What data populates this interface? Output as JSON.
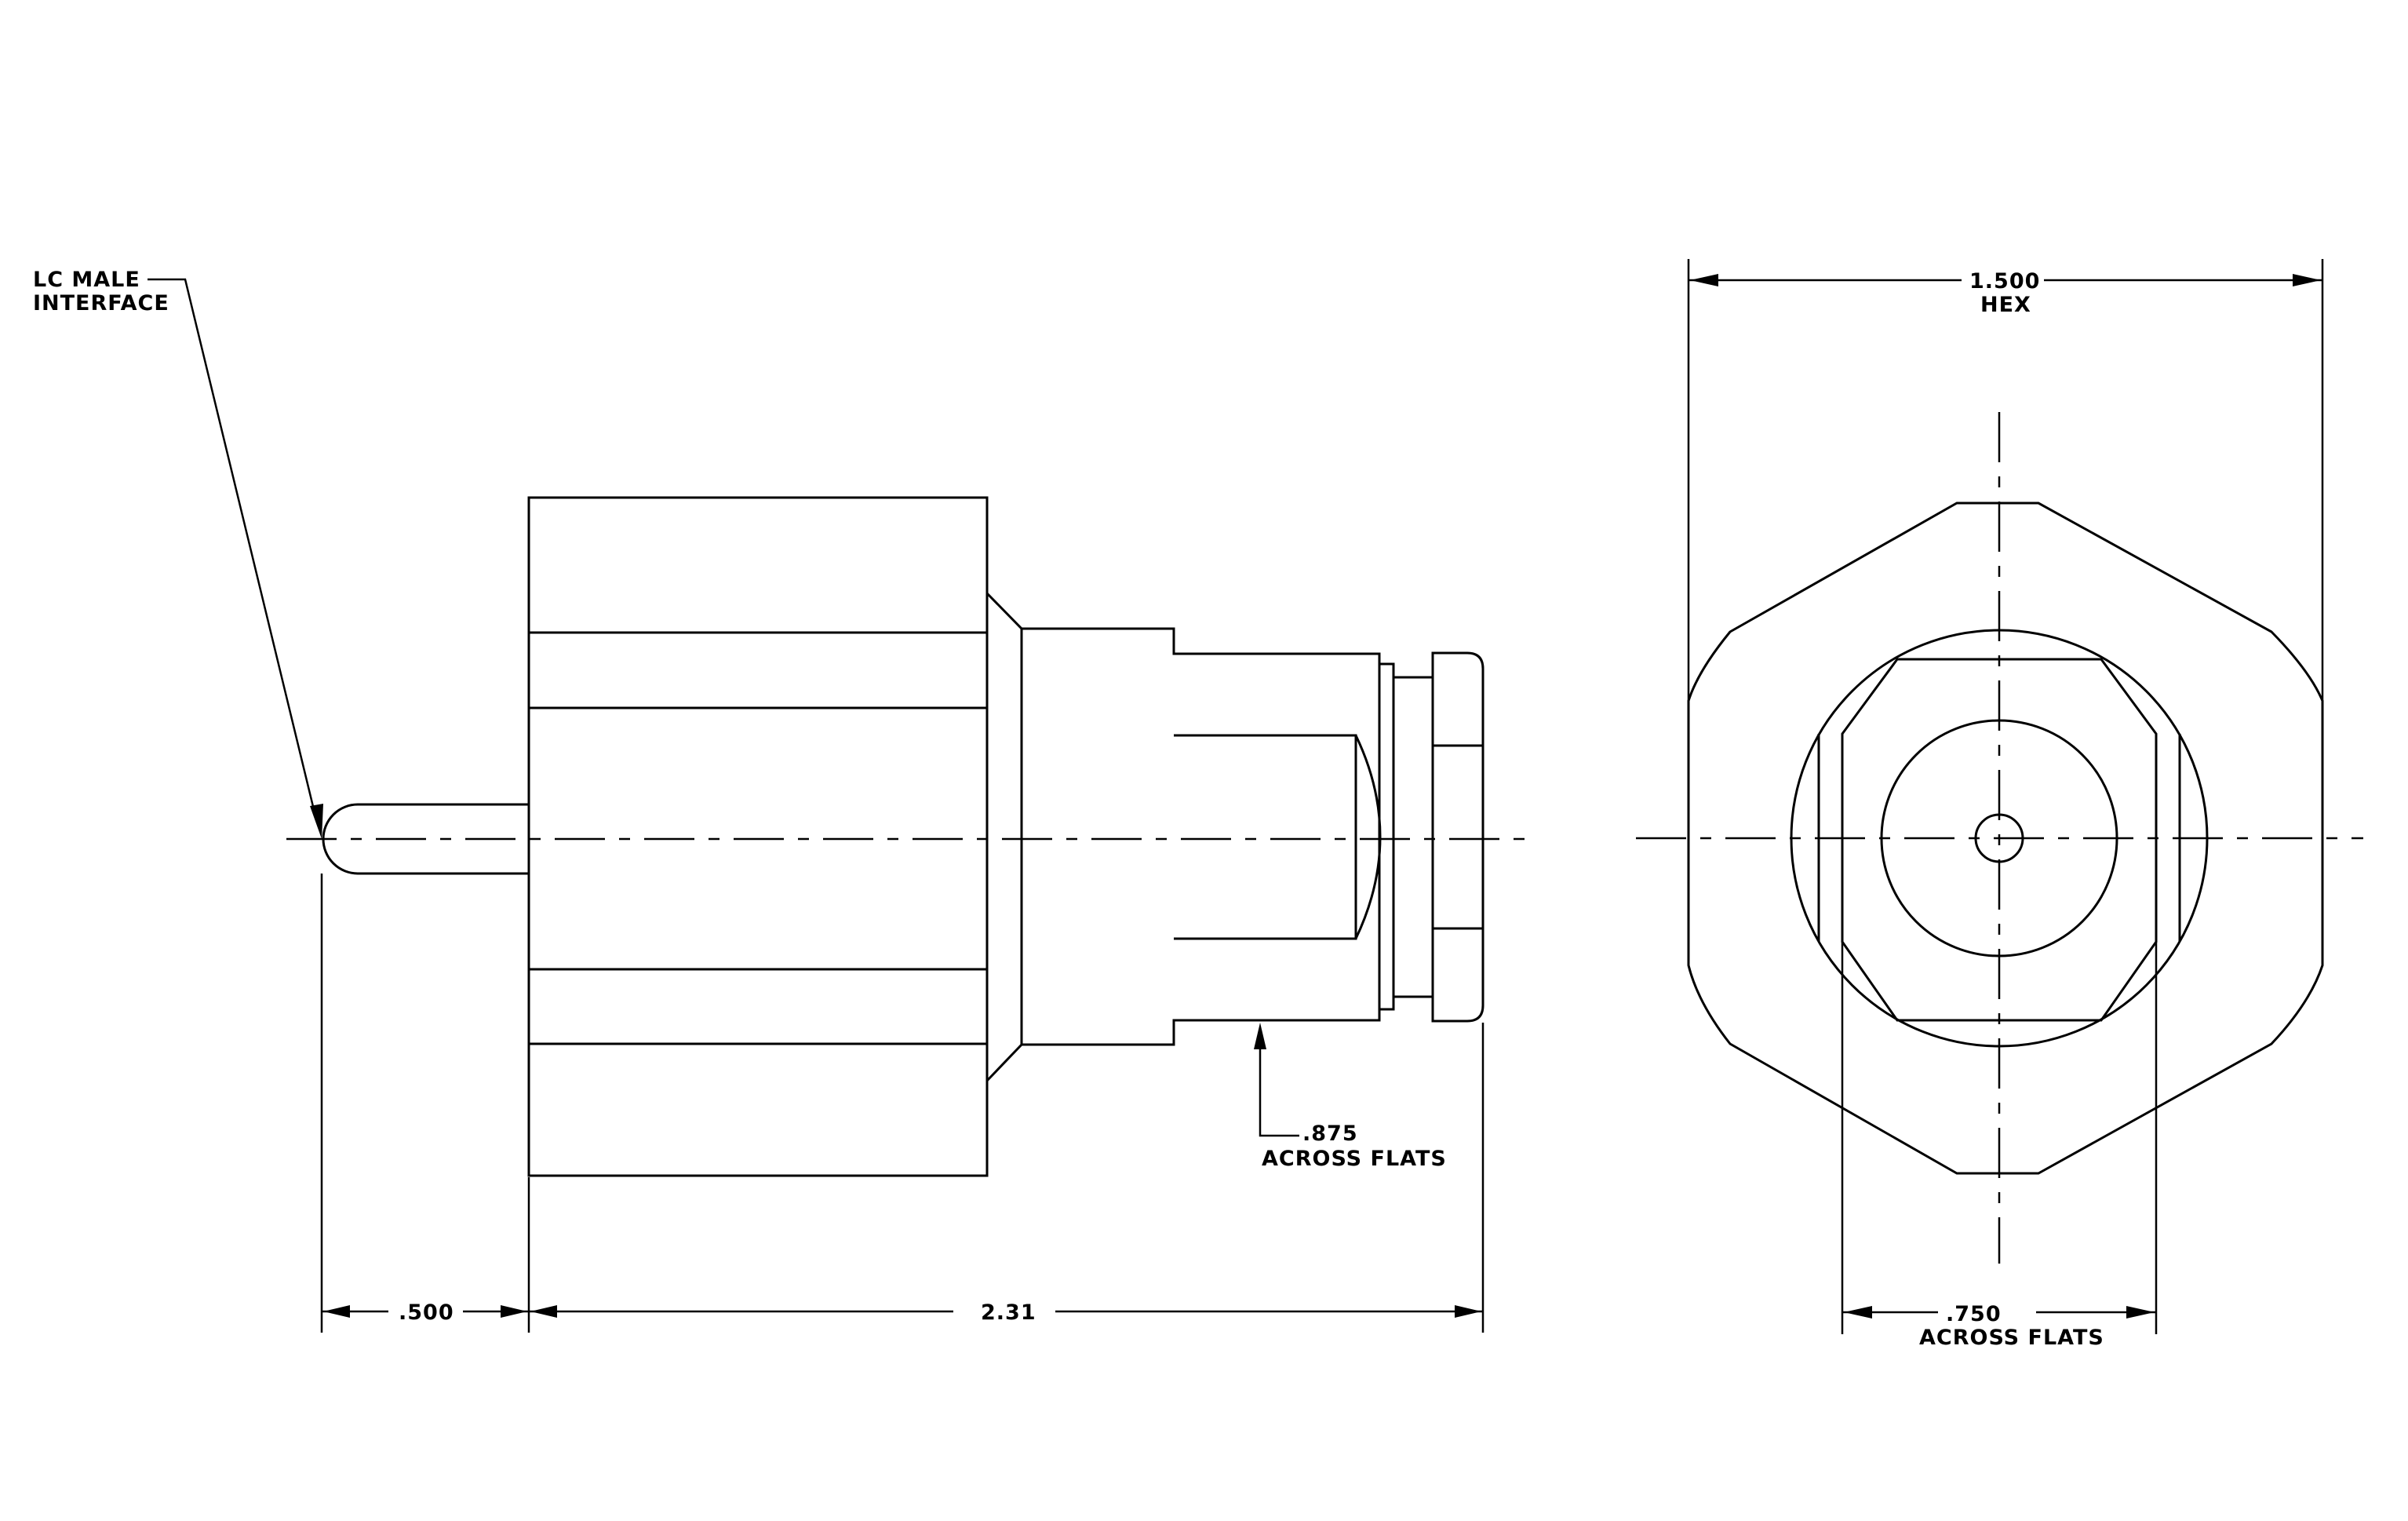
{
  "labels": {
    "lc_male_line1": "LC MALE",
    "lc_male_line2": "INTERFACE",
    "hex_value": "1.500",
    "hex_unit": "HEX",
    "flats875_value": ".875",
    "flats875_unit": "ACROSS FLATS",
    "dim_500": ".500",
    "dim_231": "2.31",
    "flats750_value": ".750",
    "flats750_unit": "ACROSS FLATS"
  }
}
